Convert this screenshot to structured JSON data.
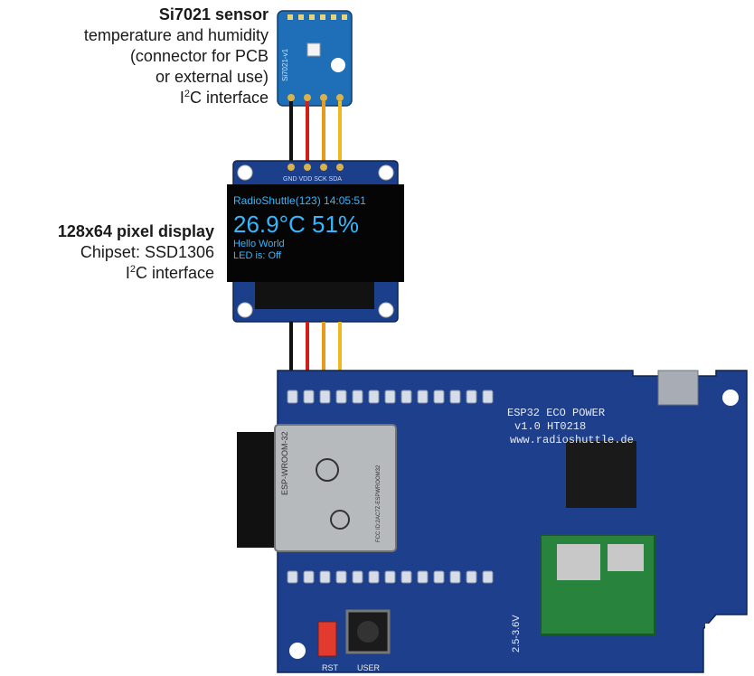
{
  "sensor": {
    "title": "Si7021 sensor",
    "line1": "temperature and humidity",
    "line2": "(connector for PCB",
    "line3": "or external use)",
    "iface_pre": "I",
    "iface_sup": "2",
    "iface_post": "C interface",
    "board_text": "Si7021-v1"
  },
  "display": {
    "title": "128x64 pixel display",
    "line1": "Chipset: SSD1306",
    "iface_pre": "I",
    "iface_sup": "2",
    "iface_post": "C interface",
    "pin_labels": "GND VDD SCK SDA",
    "screen": {
      "header": "RadioShuttle(123) 14:05:51",
      "reading": "26.9°C 51%",
      "line1": "Hello World",
      "line2": "LED is: Off"
    }
  },
  "board": {
    "name": "ESP32 ECO POWER",
    "version": "v1.0 HT0218",
    "url": "www.radioshuttle.de",
    "module_name": "ESP-WROOM-32",
    "fcc": "FCC ID:2AC7Z-ESPWROOM32",
    "rst": "RST",
    "user": "USER",
    "voltage": "2.5-3.6V"
  },
  "colors": {
    "pcb": "#1e3f8c",
    "wire_gnd": "#111111",
    "wire_vdd": "#d0201a",
    "wire_sck": "#e89a1c",
    "wire_sda": "#f0b820"
  }
}
